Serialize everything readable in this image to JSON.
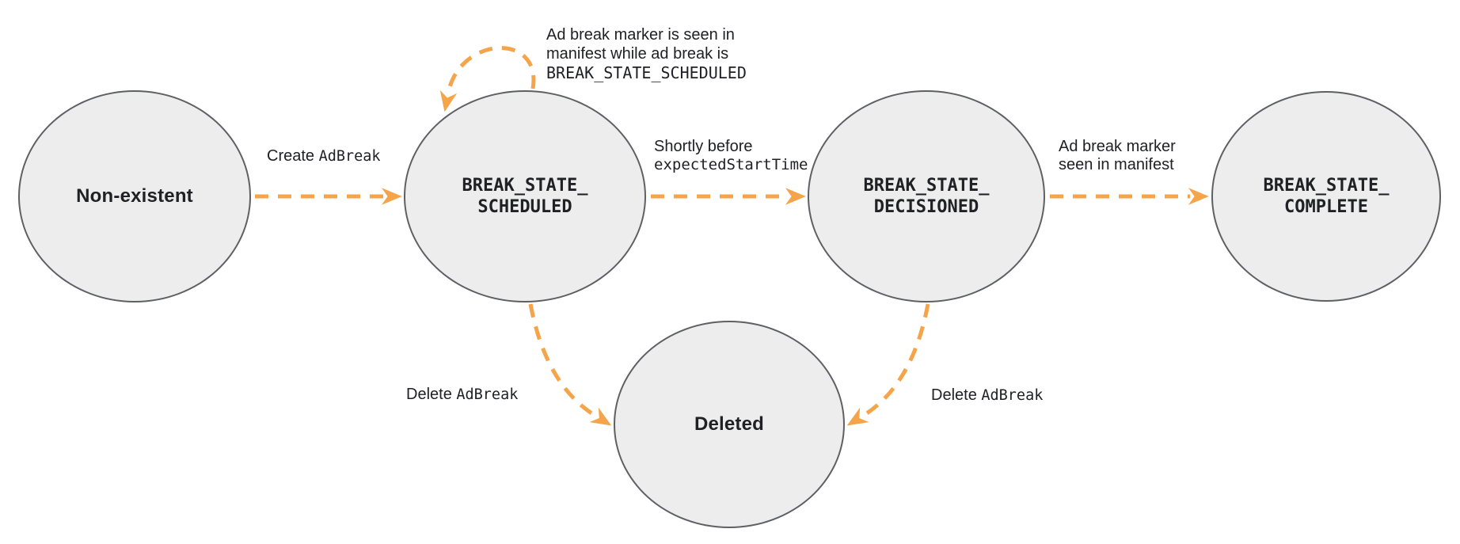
{
  "colors": {
    "arrow": "#F6A44A",
    "node_fill": "#EDEDEE",
    "node_stroke": "#5E6063",
    "text": "#202124"
  },
  "states": {
    "non_existent": {
      "label": "Non-existent"
    },
    "scheduled": {
      "line1": "BREAK_STATE_",
      "line2": "SCHEDULED"
    },
    "decisioned": {
      "line1": "BREAK_STATE_",
      "line2": "DECISIONED"
    },
    "complete": {
      "line1": "BREAK_STATE_",
      "line2": "COMPLETE"
    },
    "deleted": {
      "label": "Deleted"
    }
  },
  "transitions": {
    "create": {
      "text": "Create ",
      "code": "AdBreak"
    },
    "self_loop": {
      "line1": "Ad break marker is seen in",
      "line2": "manifest while ad break is",
      "code_line": "BREAK_STATE_SCHEDULED"
    },
    "to_decisioned": {
      "line1": "Shortly before",
      "code_line": "expectedStartTime"
    },
    "to_complete": {
      "line1": "Ad break marker",
      "line2": "seen in manifest"
    },
    "delete_from_scheduled": {
      "text": "Delete ",
      "code": "AdBreak"
    },
    "delete_from_decisioned": {
      "text": "Delete ",
      "code": "AdBreak"
    }
  }
}
